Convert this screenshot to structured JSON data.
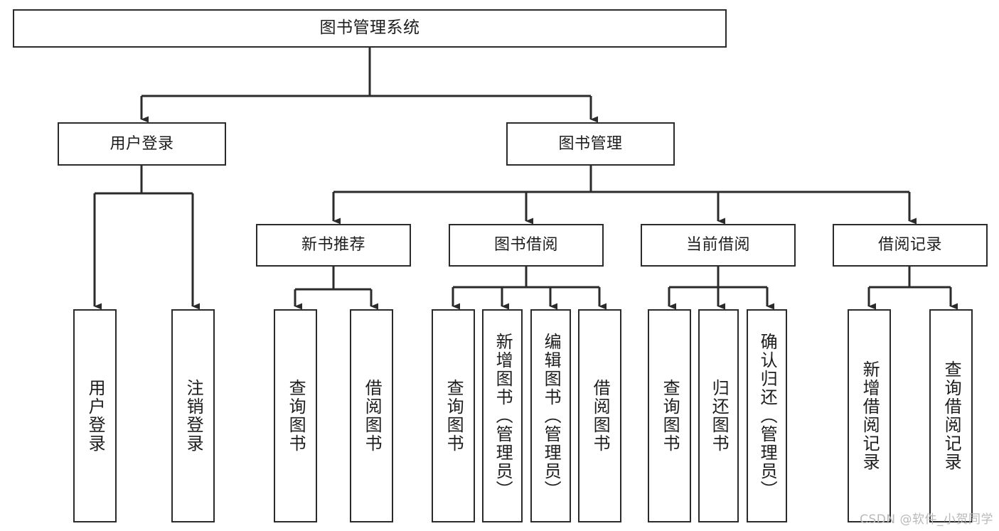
{
  "diagram": {
    "title": "图书管理系统",
    "type": "tree-hierarchy-diagram",
    "colors": {
      "box_border": "#2b2b2b",
      "box_fill": "#ffffff",
      "text": "#1d1d1d",
      "edge": "#2b2b2b",
      "watermark": "#b9b9b9",
      "background": "#ffffff"
    },
    "watermark": "CSDN @软件_小贺同学",
    "levels": {
      "root": {
        "label": "图书管理系统"
      },
      "level2": [
        {
          "id": "user-login",
          "label": "用户登录"
        },
        {
          "id": "book-management",
          "label": "图书管理"
        }
      ],
      "level3": [
        {
          "id": "new-book-recommend",
          "label": "新书推荐",
          "parent": "book-management"
        },
        {
          "id": "book-borrow",
          "label": "图书借阅",
          "parent": "book-management"
        },
        {
          "id": "current-borrow",
          "label": "当前借阅",
          "parent": "book-management"
        },
        {
          "id": "borrow-record",
          "label": "借阅记录",
          "parent": "book-management"
        }
      ],
      "leaves": [
        {
          "id": "leaf-user-login",
          "label": "用户登录",
          "parent": "user-login"
        },
        {
          "id": "leaf-logout",
          "label": "注销登录",
          "parent": "user-login"
        },
        {
          "id": "leaf-query-book-1",
          "label": "查询图书",
          "parent": "new-book-recommend"
        },
        {
          "id": "leaf-borrow-book-1",
          "label": "借阅图书",
          "parent": "new-book-recommend"
        },
        {
          "id": "leaf-query-book-2",
          "label": "查询图书",
          "parent": "book-borrow"
        },
        {
          "id": "leaf-add-book",
          "label": "新增图书（管理员）",
          "parent": "book-borrow"
        },
        {
          "id": "leaf-edit-book",
          "label": "编辑图书（管理员）",
          "parent": "book-borrow"
        },
        {
          "id": "leaf-borrow-book-2",
          "label": "借阅图书",
          "parent": "book-borrow"
        },
        {
          "id": "leaf-query-book-3",
          "label": "查询图书",
          "parent": "current-borrow"
        },
        {
          "id": "leaf-return-book",
          "label": "归还图书",
          "parent": "current-borrow"
        },
        {
          "id": "leaf-confirm-return",
          "label": "确认归还（管理员）",
          "parent": "current-borrow"
        },
        {
          "id": "leaf-add-record",
          "label": "新增借阅记录",
          "parent": "borrow-record"
        },
        {
          "id": "leaf-query-record",
          "label": "查询借阅记录",
          "parent": "borrow-record"
        }
      ]
    }
  }
}
